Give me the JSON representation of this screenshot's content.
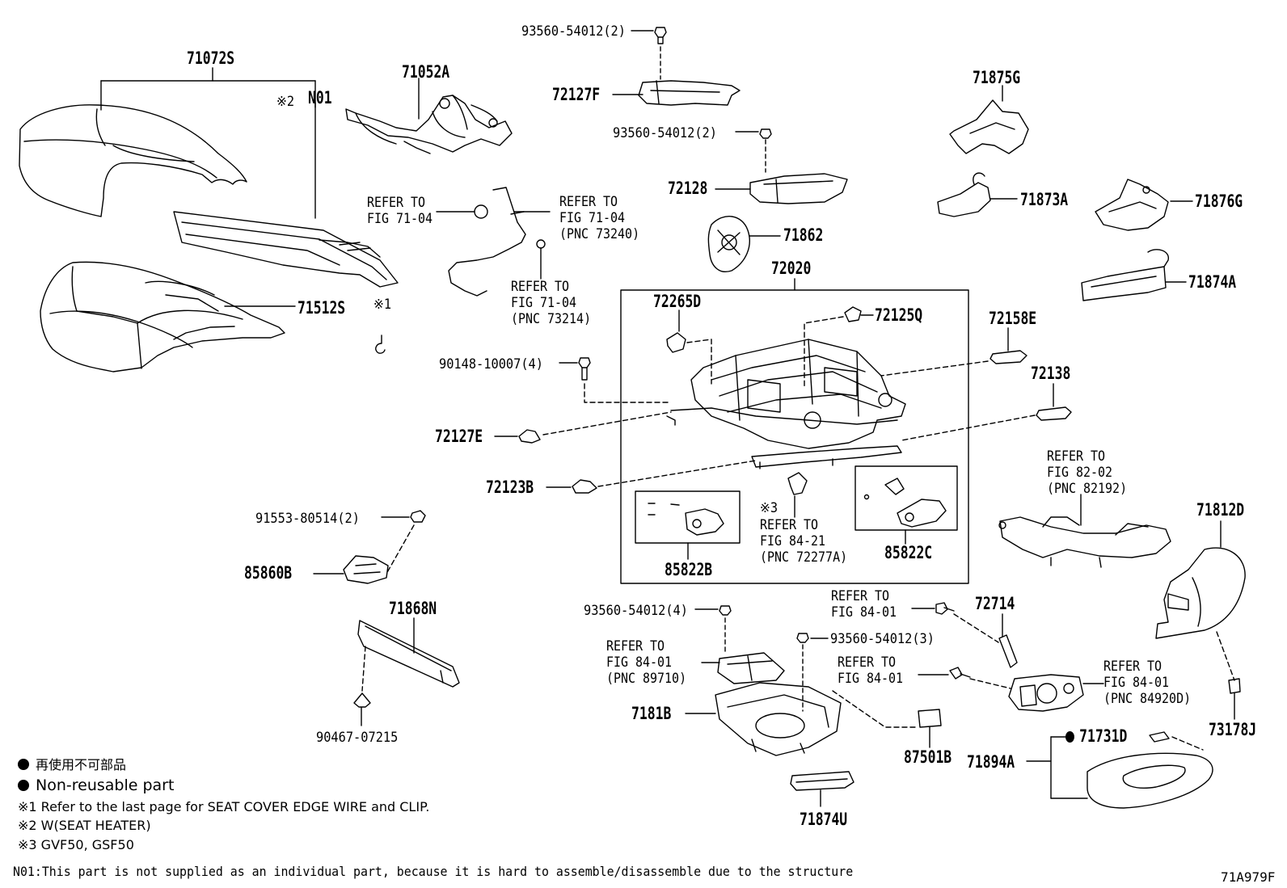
{
  "diagram": {
    "labels": {
      "p71072S": "71072S",
      "n01_mark": "※2",
      "n01": "N01",
      "p71052A": "71052A",
      "p71512S": "71512S",
      "mark1_clip": "※1",
      "ref_71_04_a_line1": "REFER TO",
      "ref_71_04_a_line2": "FIG 71-04",
      "ref_73240_line1": "REFER TO",
      "ref_73240_line2": "FIG 71-04",
      "ref_73240_line3": "(PNC 73240)",
      "ref_73214_line1": "REFER TO",
      "ref_73214_line2": "FIG 71-04",
      "ref_73214_line3": "(PNC 73214)",
      "p93560_top": "93560-54012(2)",
      "p72127F": "72127F",
      "p93560_mid": "93560-54012(2)",
      "p72128": "72128",
      "p71862": "71862",
      "p72020": "72020",
      "p72265D": "72265D",
      "p72125Q": "72125Q",
      "p90148": "90148-10007(4)",
      "p72127E": "72127E",
      "p72123B": "72123B",
      "mark3": "※3",
      "ref_72277A_line1": "REFER TO",
      "ref_72277A_line2": "FIG 84-21",
      "ref_72277A_line3": "(PNC 72277A)",
      "p85822B": "85822B",
      "p85822C": "85822C",
      "p71875G": "71875G",
      "p71873A": "71873A",
      "p71876G": "71876G",
      "p71874A": "71874A",
      "p72158E": "72158E",
      "p72138": "72138",
      "ref_82192_line1": "REFER TO",
      "ref_82192_line2": "FIG 82-02",
      "ref_82192_line3": "(PNC 82192)",
      "p71812D": "71812D",
      "p91553": "91553-80514(2)",
      "p85860B": "85860B",
      "p71868N": "71868N",
      "p90467": "90467-07215",
      "p93560_4": "93560-54012(4)",
      "ref_89710_line1": "REFER TO",
      "ref_89710_line2": "FIG 84-01",
      "ref_89710_line3": "(PNC 89710)",
      "p93560_3": "93560-54012(3)",
      "ref_84_01_a_line1": "REFER TO",
      "ref_84_01_a_line2": "FIG 84-01",
      "p72714": "72714",
      "ref_84_01_b_line1": "REFER TO",
      "ref_84_01_b_line2": "FIG 84-01",
      "ref_84920D_line1": "REFER TO",
      "ref_84920D_line2": "FIG 84-01",
      "ref_84920D_line3": "(PNC 84920D)",
      "p7181B": "7181B",
      "p87501B": "87501B",
      "p71731D": "71731D",
      "p71894A": "71894A",
      "p73178J": "73178J",
      "p71874U": "71874U"
    },
    "legend": {
      "jp": "再使用不可部品",
      "en": "Non-reusable part",
      "note1": "※1 Refer to the last page for SEAT COVER EDGE WIRE and CLIP.",
      "note2": "※2 W(SEAT HEATER)",
      "note3": "※3 GVF50, GSF50"
    },
    "footnote": "N01:This part is not supplied as an individual part, because it is hard to assemble/disassemble due to the structure",
    "figure_code": "71A979F"
  }
}
